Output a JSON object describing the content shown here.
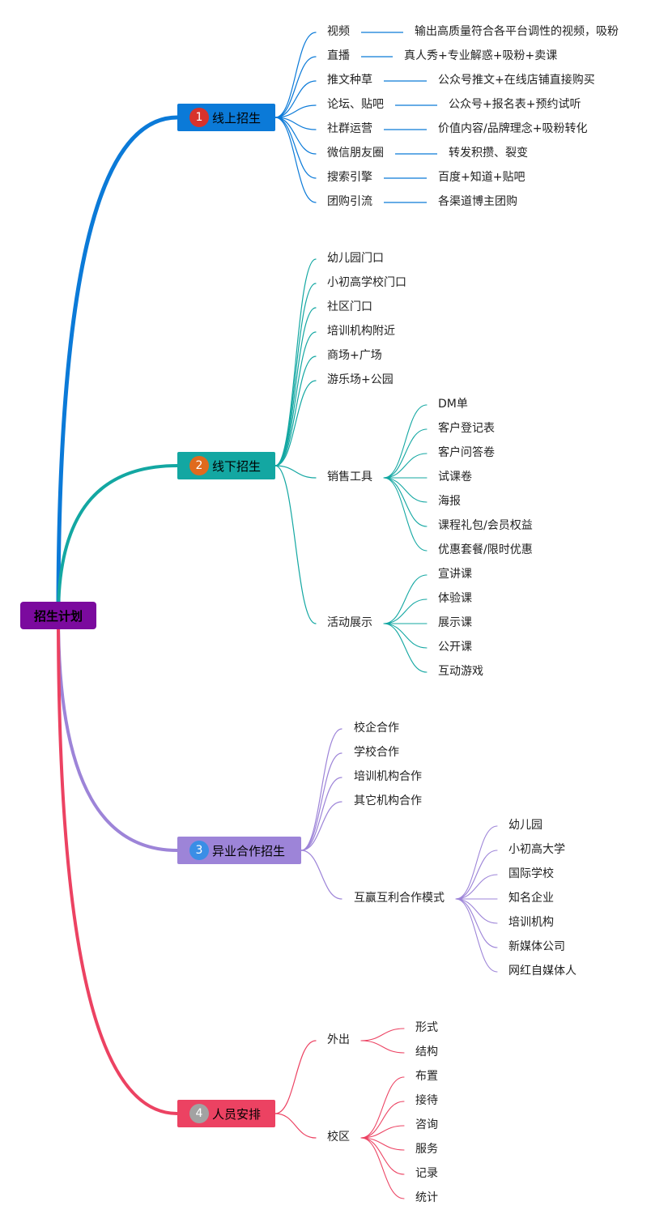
{
  "root": {
    "label": "招生计划",
    "color": "#7b0a9e"
  },
  "branches": [
    {
      "number": "1",
      "badge_color": "#d8322b",
      "color": "#0b7ad8",
      "label": "线上招生",
      "items": [
        {
          "label": "视频",
          "desc": "输出高质量符合各平台调性的视频，吸粉"
        },
        {
          "label": "直播",
          "desc": "真人秀+专业解惑+吸粉+卖课"
        },
        {
          "label": "推文种草",
          "desc": "公众号推文+在线店铺直接购买"
        },
        {
          "label": "论坛、贴吧",
          "desc": "公众号+报名表+预约试听"
        },
        {
          "label": "社群运营",
          "desc": "价值内容/品牌理念+吸粉转化"
        },
        {
          "label": "微信朋友圈",
          "desc": "转发积攒、裂变"
        },
        {
          "label": "搜索引擎",
          "desc": "百度+知道+贴吧"
        },
        {
          "label": "团购引流",
          "desc": "各渠道博主团购"
        }
      ]
    },
    {
      "number": "2",
      "badge_color": "#e06a1e",
      "color": "#13a7a2",
      "label": "线下招生",
      "items": [
        {
          "label": "幼儿园门口"
        },
        {
          "label": "小初高学校门口"
        },
        {
          "label": "社区门口"
        },
        {
          "label": "培训机构附近"
        },
        {
          "label": "商场+广场"
        },
        {
          "label": "游乐场+公园"
        },
        {
          "label": "销售工具",
          "children": [
            "DM单",
            "客户登记表",
            "客户问答卷",
            "试课卷",
            "海报",
            "课程礼包/会员权益",
            "优惠套餐/限时优惠"
          ]
        },
        {
          "label": "活动展示",
          "children": [
            "宣讲课",
            "体验课",
            "展示课",
            "公开课",
            "互动游戏"
          ]
        }
      ]
    },
    {
      "number": "3",
      "badge_color": "#3a8ee6",
      "color": "#9d84d8",
      "label": "异业合作招生",
      "items": [
        {
          "label": "校企合作"
        },
        {
          "label": "学校合作"
        },
        {
          "label": "培训机构合作"
        },
        {
          "label": "其它机构合作"
        },
        {
          "label": "互赢互利合作模式",
          "children": [
            "幼儿园",
            "小初高大学",
            "国际学校",
            "知名企业",
            "培训机构",
            "新媒体公司",
            "网红自媒体人"
          ]
        }
      ]
    },
    {
      "number": "4",
      "badge_color": "#a2a2a2",
      "color": "#ec4262",
      "label": "人员安排",
      "items": [
        {
          "label": "外出",
          "children": [
            "形式",
            "结构"
          ]
        },
        {
          "label": "校区",
          "children": [
            "布置",
            "接待",
            "咨询",
            "服务",
            "记录",
            "统计"
          ]
        }
      ]
    }
  ]
}
